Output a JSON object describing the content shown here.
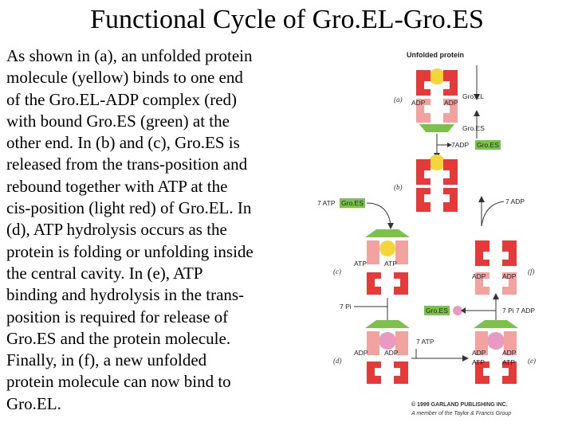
{
  "title": "Functional Cycle of Gro.EL-Gro.ES",
  "paragraph_lines": [
    "As shown in (a), an unfolded protein",
    "molecule (yellow) binds to one end",
    "of the Gro.EL-ADP complex (red)",
    "with bound Gro.ES (green) at the",
    "other end. In (b) and (c), Gro.ES is",
    "released from the trans-position and",
    "rebound together with ATP at the",
    "cis-position (light red) of Gro.EL.  In",
    "(d), ATP hydrolysis occurs as the",
    "protein is folding or unfolding inside",
    "the central cavity.  In (e), ATP",
    "binding and hydrolysis in the trans-",
    "position is required for release of",
    "Gro.ES and the protein molecule.",
    "Finally, in (f), a new unfolded",
    "protein molecule can now bind to",
    "Gro.EL."
  ],
  "figure": {
    "unfolded_protein": "Unfolded protein",
    "groel": "Gro.EL",
    "groes": "Gro.ES",
    "adp": "ADP",
    "atp": "ATP",
    "seven_adp": "7ADP",
    "seven_atp": "7 ATP",
    "seven_adp_right": "7 ADP",
    "seven_pi": "7 Pi",
    "seven_pi_seven_adp": "7 Pi 7 ADP",
    "seven_atp_e": "7 ATP",
    "panel_a": "(a)",
    "panel_b": "(b)",
    "panel_c": "(c)",
    "panel_d": "(d)",
    "panel_e": "(e)",
    "panel_f": "(f)",
    "copyright_line1": "© 1999 GARLAND PUBLISHING INC.",
    "copyright_line2": "A member of the Taylor & Francis Group"
  },
  "colors": {
    "groel_red": "#e53a3a",
    "groel_light_red": "#f2a3a0",
    "groes_green": "#7cc24a",
    "unfolded_yellow": "#f5d63a",
    "folding_pink": "#e89ac0"
  }
}
